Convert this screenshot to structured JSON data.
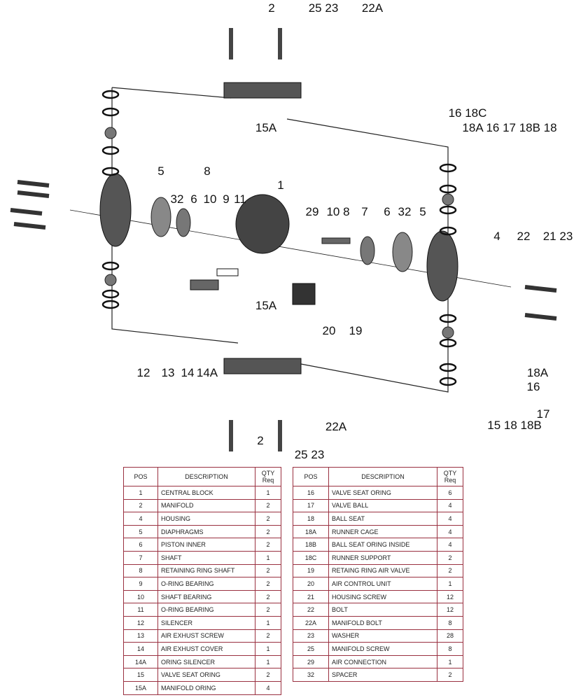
{
  "callouts": [
    "2",
    "25 23",
    "22A",
    "15A",
    "16 18C",
    "18A 16 17 18B 18",
    "5",
    "8",
    "32",
    "6",
    "10",
    "9",
    "11",
    "1",
    "29",
    "10 8",
    "7",
    "6",
    "32",
    "5",
    "4",
    "22",
    "21 23",
    "15A",
    "20",
    "19",
    "12",
    "13",
    "14",
    "14A",
    "18A",
    "16",
    "17",
    "15 18 18B",
    "22A",
    "2",
    "25 23"
  ],
  "table": {
    "headers": {
      "pos": "POS",
      "description": "DESCRIPTION",
      "qty_line1": "QTY",
      "qty_line2": "Req"
    },
    "left_rows": [
      {
        "pos": "1",
        "description": "CENTRAL BLOCK",
        "qty": "1"
      },
      {
        "pos": "2",
        "description": "MANIFOLD",
        "qty": "2"
      },
      {
        "pos": "4",
        "description": "HOUSING",
        "qty": "2"
      },
      {
        "pos": "5",
        "description": "DIAPHRAGMS",
        "qty": "2"
      },
      {
        "pos": "6",
        "description": "PISTON INNER",
        "qty": "2"
      },
      {
        "pos": "7",
        "description": "SHAFT",
        "qty": "1"
      },
      {
        "pos": "8",
        "description": "RETAINING RING SHAFT",
        "qty": "2"
      },
      {
        "pos": "9",
        "description": "O-RING BEARING",
        "qty": "2"
      },
      {
        "pos": "10",
        "description": "SHAFT BEARING",
        "qty": "2"
      },
      {
        "pos": "11",
        "description": "O-RING BEARING",
        "qty": "2"
      },
      {
        "pos": "12",
        "description": "SILENCER",
        "qty": "1"
      },
      {
        "pos": "13",
        "description": "AIR EXHUST SCREW",
        "qty": "2"
      },
      {
        "pos": "14",
        "description": "AIR EXHUST COVER",
        "qty": "1"
      },
      {
        "pos": "14A",
        "description": "ORING SILENCER",
        "qty": "1"
      },
      {
        "pos": "15",
        "description": "VALVE SEAT ORING",
        "qty": "2"
      },
      {
        "pos": "15A",
        "description": "MANIFOLD ORING",
        "qty": "4"
      }
    ],
    "right_rows": [
      {
        "pos": "16",
        "description": "VALVE SEAT ORING",
        "qty": "6"
      },
      {
        "pos": "17",
        "description": "VALVE BALL",
        "qty": "4"
      },
      {
        "pos": "18",
        "description": "BALL SEAT",
        "qty": "4"
      },
      {
        "pos": "18A",
        "description": "RUNNER CAGE",
        "qty": "4"
      },
      {
        "pos": "18B",
        "description": "BALL SEAT ORING INSIDE",
        "qty": "4"
      },
      {
        "pos": "18C",
        "description": "RUNNER SUPPORT",
        "qty": "2"
      },
      {
        "pos": "19",
        "description": "RETAING RING AIR VALVE",
        "qty": "2"
      },
      {
        "pos": "20",
        "description": "AIR CONTROL UNIT",
        "qty": "1"
      },
      {
        "pos": "21",
        "description": "HOUSING SCREW",
        "qty": "12"
      },
      {
        "pos": "22",
        "description": "BOLT",
        "qty": "12"
      },
      {
        "pos": "22A",
        "description": "MANIFOLD BOLT",
        "qty": "8"
      },
      {
        "pos": "23",
        "description": "WASHER",
        "qty": "28"
      },
      {
        "pos": "25",
        "description": "MANIFOLD SCREW",
        "qty": "8"
      },
      {
        "pos": "29",
        "description": "AIR CONNECTION",
        "qty": "1"
      },
      {
        "pos": "32",
        "description": "SPACER",
        "qty": "2"
      }
    ]
  }
}
